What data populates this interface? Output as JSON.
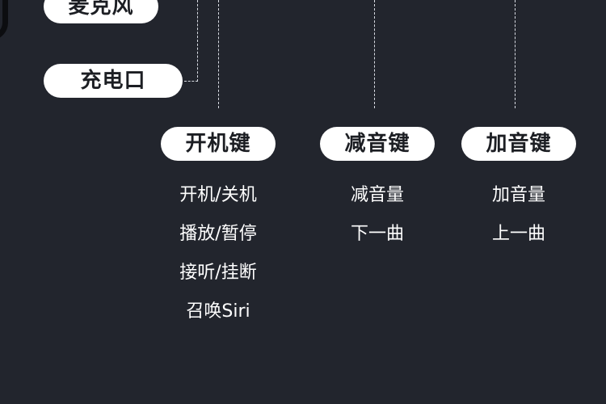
{
  "callouts": {
    "microphone": "麦克风",
    "charging_port": "充电口"
  },
  "buttons": [
    {
      "name": "开机键",
      "functions": [
        "开机/关机",
        "播放/暂停",
        "接听/挂断",
        "召唤Siri"
      ]
    },
    {
      "name": "减音键",
      "functions": [
        "减音量",
        "下一曲"
      ]
    },
    {
      "name": "加音键",
      "functions": [
        "加音量",
        "上一曲"
      ]
    }
  ]
}
